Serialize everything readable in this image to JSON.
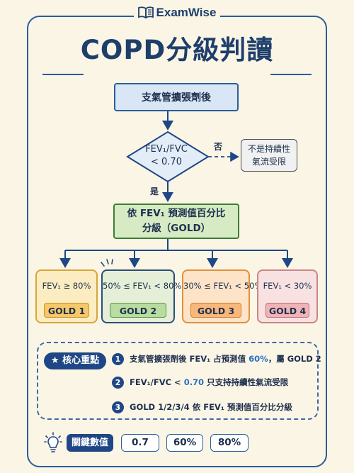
{
  "brand": {
    "name": "ExamWise",
    "icon": "open-book-icon"
  },
  "title": "COPD分級判讀",
  "flow": {
    "start": "支氣管擴張劑後",
    "decision_line1": "FEV₁/FVC",
    "decision_line2": "< 0.70",
    "no_label": "否",
    "yes_label": "是",
    "no_result_line1": "不是持續性",
    "no_result_line2": "氣流受限",
    "grading_line1": "依 FEV₁ 預測值百分比",
    "grading_line2": "分級（GOLD）"
  },
  "stages": [
    {
      "range": "FEV₁ ≥ 80%",
      "grade": "GOLD 1"
    },
    {
      "range": "50% ≤ FEV₁ < 80%",
      "grade": "GOLD 2"
    },
    {
      "range": "30% ≤ FEV₁ < 50%",
      "grade": "GOLD 3"
    },
    {
      "range": "FEV₁ < 30%",
      "grade": "GOLD 4"
    }
  ],
  "key_points": {
    "tag": "★ 核心重點",
    "items": [
      {
        "num": "1",
        "pre": "支氣管擴張劑後 FEV₁ 占預測值 ",
        "hl": "60%",
        "post": "，屬 GOLD 2"
      },
      {
        "num": "2",
        "pre": "FEV₁/FVC < ",
        "hl": "0.70",
        "post": " 只支持持續性氣流受限"
      },
      {
        "num": "3",
        "pre": "GOLD 1/2/3/4 依 FEV₁ 預測值百分比分級",
        "hl": "",
        "post": ""
      }
    ]
  },
  "key_values": {
    "icon": "lightbulb-icon",
    "tag": "關鍵數值",
    "values": [
      "0.7",
      "60%",
      "80%"
    ]
  },
  "colors": {
    "navy": "#1f4785",
    "gold1": "#f6c86a",
    "gold2": "#b9dca1",
    "gold3": "#f8b87c",
    "gold4": "#f0b4b7"
  }
}
